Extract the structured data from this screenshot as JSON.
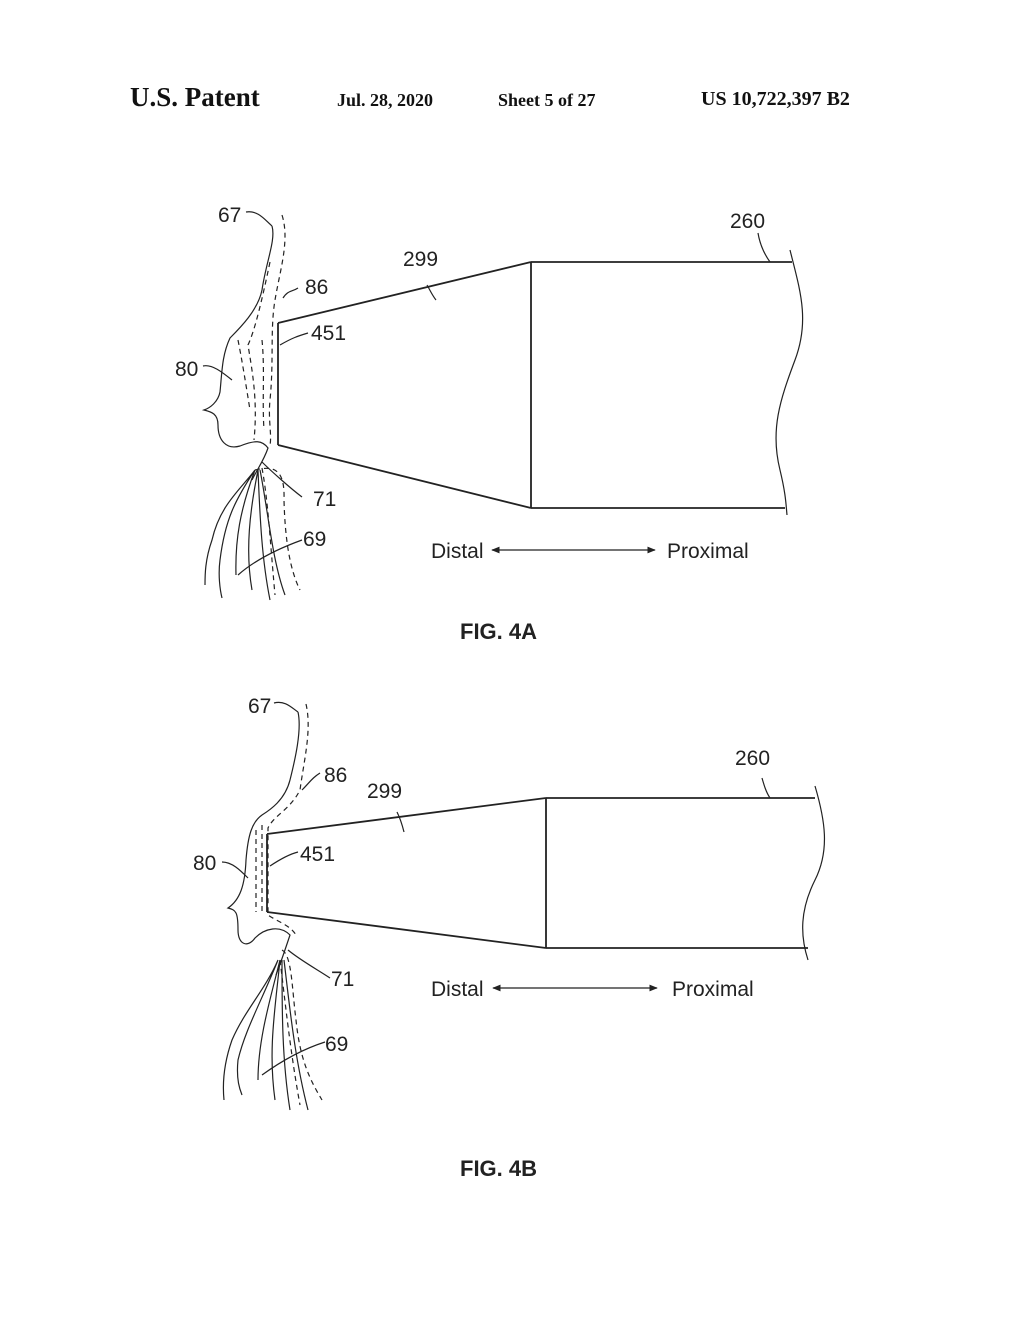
{
  "header": {
    "title": "U.S. Patent",
    "date": "Jul. 28, 2020",
    "sheet": "Sheet 5 of 27",
    "patent_number": "US 10,722,397 B2"
  },
  "figures": [
    {
      "caption": "FIG. 4A",
      "labels": {
        "l67": "67",
        "l86": "86",
        "l80": "80",
        "l451": "451",
        "l299": "299",
        "l260": "260",
        "l71": "71",
        "l69": "69"
      },
      "direction": {
        "distal": "Distal",
        "proximal": "Proximal"
      }
    },
    {
      "caption": "FIG. 4B",
      "labels": {
        "l67": "67",
        "l86": "86",
        "l80": "80",
        "l451": "451",
        "l299": "299",
        "l260": "260",
        "l71": "71",
        "l69": "69"
      },
      "direction": {
        "distal": "Distal",
        "proximal": "Proximal"
      }
    }
  ]
}
